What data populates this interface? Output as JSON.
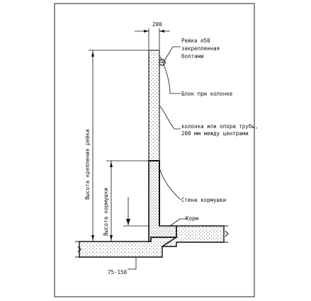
{
  "labels": {
    "dim_top": "200",
    "rail_line1": "Рейка ⌀50",
    "rail_line2": "закрепленная",
    "rail_line3": "болтами",
    "block": "Блок при колонке",
    "column_line1": "колонка или опора трубы,",
    "column_line2": "200 мм между центрами",
    "trough_wall": "Стена кормушки",
    "feed": "Корм",
    "rail_height": "Высота крепления рейки",
    "trough_height": "Высота кормушки",
    "slab_thickness": "75-150"
  },
  "colors": {
    "line": "#111111",
    "frame": "#222222",
    "fill": "#ffffff"
  }
}
